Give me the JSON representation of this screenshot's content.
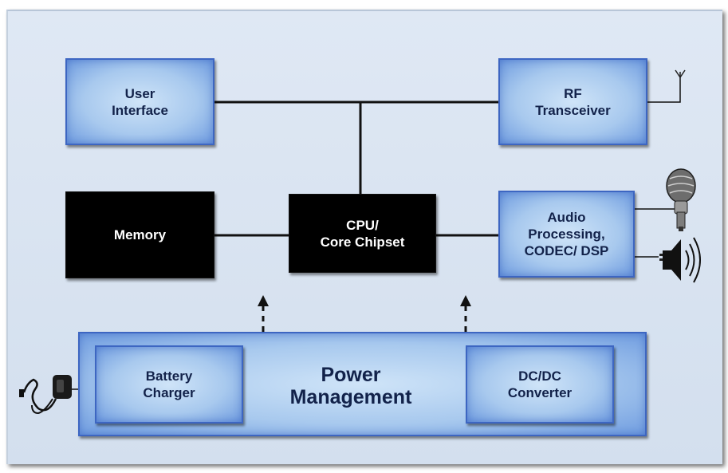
{
  "blocks": {
    "user_interface": "User\nInterface",
    "rf_transceiver": "RF\nTransceiver",
    "memory": "Memory",
    "cpu": "CPU/\nCore Chipset",
    "audio": "Audio\nProcessing,\nCODEC/ DSP",
    "power_management": "Power\nManagement",
    "battery_charger": "Battery\nCharger",
    "dcdc_converter": "DC/DC\nConverter"
  },
  "icons": {
    "antenna": "antenna-icon",
    "microphone": "microphone-icon",
    "speaker": "speaker-icon",
    "charger": "charger-icon"
  },
  "colors": {
    "block_border": "#3d66c2",
    "block_fill": "#a8c9ee",
    "text_dark": "#12224a",
    "background": "#d8e3f0"
  }
}
